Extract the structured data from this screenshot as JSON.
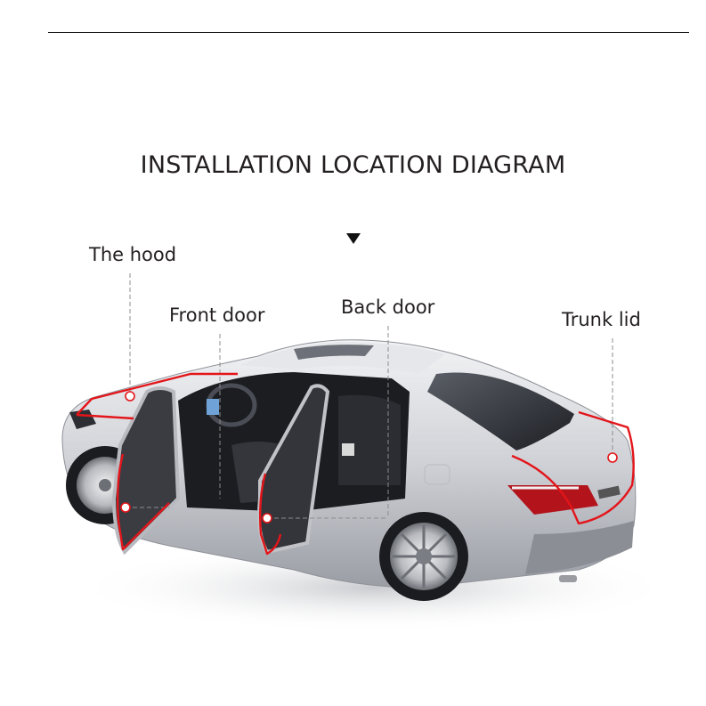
{
  "header": {
    "title": "INSTALLATION LOCATION DIAGRAM",
    "pointer_icon": "down-triangle-icon"
  },
  "callouts": [
    {
      "id": "hood",
      "label": "The hood"
    },
    {
      "id": "front-door",
      "label": "Front door"
    },
    {
      "id": "back-door",
      "label": "Back door"
    },
    {
      "id": "trunk-lid",
      "label": "Trunk lid"
    }
  ],
  "colors": {
    "highlight": "#e3151a",
    "leader_line": "#8c8c8c",
    "text": "#231f20",
    "car_body": "#c9cbd0",
    "background": "#ffffff"
  }
}
